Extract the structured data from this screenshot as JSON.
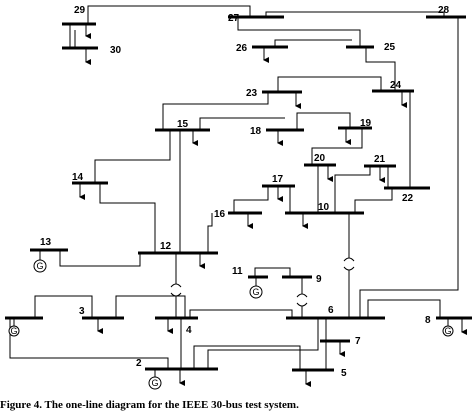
{
  "diagram": {
    "caption": "Figure 4. The one-line diagram for the IEEE 30-bus test system.",
    "generator_symbol": "G",
    "buses": [
      {
        "id": "1",
        "label": ""
      },
      {
        "id": "2",
        "label": "2"
      },
      {
        "id": "3",
        "label": "3"
      },
      {
        "id": "4",
        "label": "4"
      },
      {
        "id": "5",
        "label": "5"
      },
      {
        "id": "6",
        "label": "6"
      },
      {
        "id": "7",
        "label": "7"
      },
      {
        "id": "8",
        "label": "8"
      },
      {
        "id": "9",
        "label": "9"
      },
      {
        "id": "10",
        "label": "10"
      },
      {
        "id": "11",
        "label": "11"
      },
      {
        "id": "12",
        "label": "12"
      },
      {
        "id": "13",
        "label": "13"
      },
      {
        "id": "14",
        "label": "14"
      },
      {
        "id": "15",
        "label": "15"
      },
      {
        "id": "16",
        "label": "16"
      },
      {
        "id": "17",
        "label": "17"
      },
      {
        "id": "18",
        "label": "18"
      },
      {
        "id": "19",
        "label": "19"
      },
      {
        "id": "20",
        "label": "20"
      },
      {
        "id": "21",
        "label": "21"
      },
      {
        "id": "22",
        "label": "22"
      },
      {
        "id": "23",
        "label": "23"
      },
      {
        "id": "24",
        "label": "24"
      },
      {
        "id": "25",
        "label": "25"
      },
      {
        "id": "26",
        "label": "26"
      },
      {
        "id": "27",
        "label": "27"
      },
      {
        "id": "28",
        "label": "28"
      },
      {
        "id": "29",
        "label": "29"
      },
      {
        "id": "30",
        "label": "30"
      }
    ]
  }
}
